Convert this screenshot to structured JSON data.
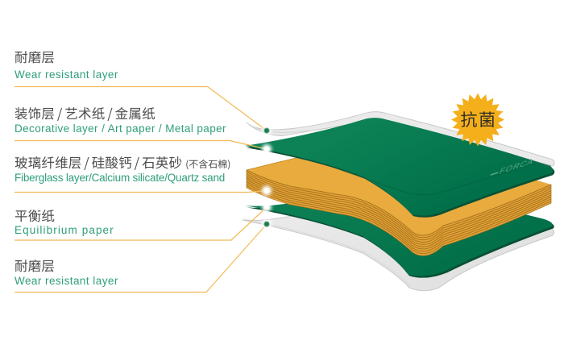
{
  "labels": [
    {
      "zh": "耐磨层",
      "en": "Wear resistant layer"
    },
    {
      "zh": "装饰层 / 艺术纸 / 金属纸",
      "en": "Decorative layer / Art paper / Metal paper"
    },
    {
      "zh": "玻璃纤维层 / 硅酸钙 / 石英砂",
      "zh_note": "(不含石棉)",
      "en": "Fiberglass layer/Calcium silicate/Quartz sand"
    },
    {
      "zh": "平衡纸",
      "en": "Equilibrium paper"
    },
    {
      "zh": "耐磨层",
      "en": "Wear resistant layer"
    }
  ],
  "badge": {
    "text": "抗菌"
  },
  "brand": {
    "text": "FORCA"
  },
  "colors": {
    "chinese_text": "#4c4c4e",
    "english_text": "#2f9e7c",
    "leader_line": "#efb54a",
    "sheet_green": "#087a4e",
    "sheet_green_edge": "#0a5134",
    "slab_gold": "#e9aa3e",
    "slab_stripe": "#a3721c",
    "sheet_white": "#ebebeb",
    "badge_fill": "#f5af1b",
    "marker_green": "#187c4f"
  }
}
